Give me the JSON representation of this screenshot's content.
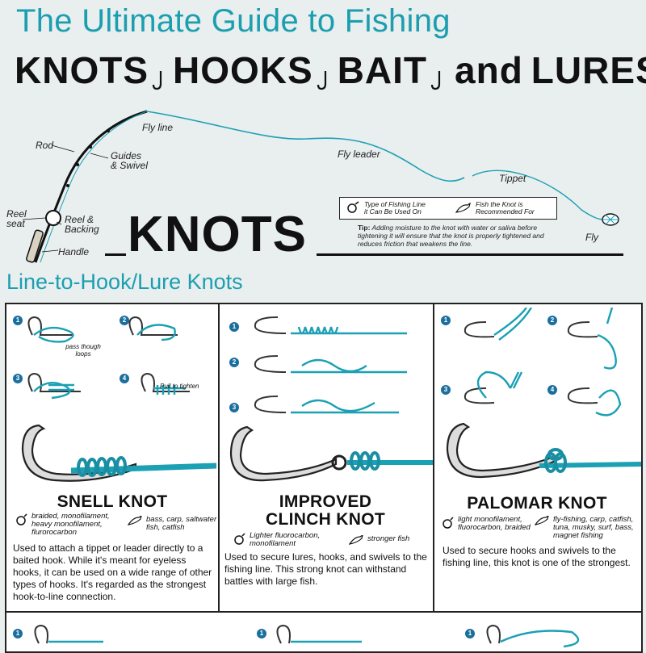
{
  "header": {
    "title_line_1": "The Ultimate Guide to Fishing",
    "title_words": [
      "KNOTS",
      "HOOKS",
      "BAIT",
      "and",
      "LURES"
    ]
  },
  "rod_diagram": {
    "labels": {
      "fly_line": "Fly line",
      "rod": "Rod",
      "guides": "Guides",
      "swivel": "& Swivel",
      "fly_leader": "Fly leader",
      "tippet": "Tippet",
      "reel_seat_1": "Reel",
      "reel_seat_2": "seat",
      "reel_backing_1": "Reel &",
      "reel_backing_2": "Backing",
      "handle": "Handle",
      "fly": "Fly"
    },
    "knots_heading": "KNOTS"
  },
  "legend": {
    "line_type_1": "Type of Fishing Line",
    "line_type_2": "it Can Be Used On",
    "fish_1": "Fish the Knot is",
    "fish_2": "Recommended For",
    "tip_label": "Tip:",
    "tip_text": "Adding moisture to the knot with water or saliva before tightening it will ensure that the knot is properly tightened and reduces friction that weakens the line."
  },
  "section": {
    "title": "Line-to-Hook/Lure Knots"
  },
  "knots": [
    {
      "title_1": "SNELL KNOT",
      "title_2": "",
      "line_types": "braided, monofilament, heavy monofilament, flurorocarbon",
      "fish": "bass, carp, saltwater fish, catfish",
      "description": "Used to attach a tippet or leader directly to a baited hook. While it's meant for eyeless hooks, it can be used on a wide range of other types of hooks. It's regarded as the strongest hook-to-line connection.",
      "steps": [
        "1",
        "2",
        "3",
        "4"
      ],
      "note_1": "pass though loops",
      "note_4": "Pull to tighten"
    },
    {
      "title_1": "IMPROVED",
      "title_2": "CLINCH KNOT",
      "line_types": "Lighter fluorocarbon, monofilament",
      "fish": "stronger fish",
      "description": "Used to secure lures, hooks, and swivels to the fishing line. This strong knot can withstand battles with large fish.",
      "steps": [
        "1",
        "2",
        "3"
      ]
    },
    {
      "title_1": "PALOMAR KNOT",
      "title_2": "",
      "line_types": "light monofilament, fluorocarbon, braided",
      "fish": "fly-fishing, carp, catfish, tuna, musky, surf, bass, magnet fishing",
      "description": "Used to secure hooks and swivels to the fishing line, this knot is one of the strongest.",
      "steps": [
        "1",
        "2",
        "3",
        "4"
      ]
    }
  ],
  "next_row_steps": [
    "1",
    "1",
    "1"
  ],
  "colors": {
    "accent": "#1b9fb0",
    "line": "#1ba0b4",
    "background": "#e9eeee",
    "ink": "#111111"
  }
}
